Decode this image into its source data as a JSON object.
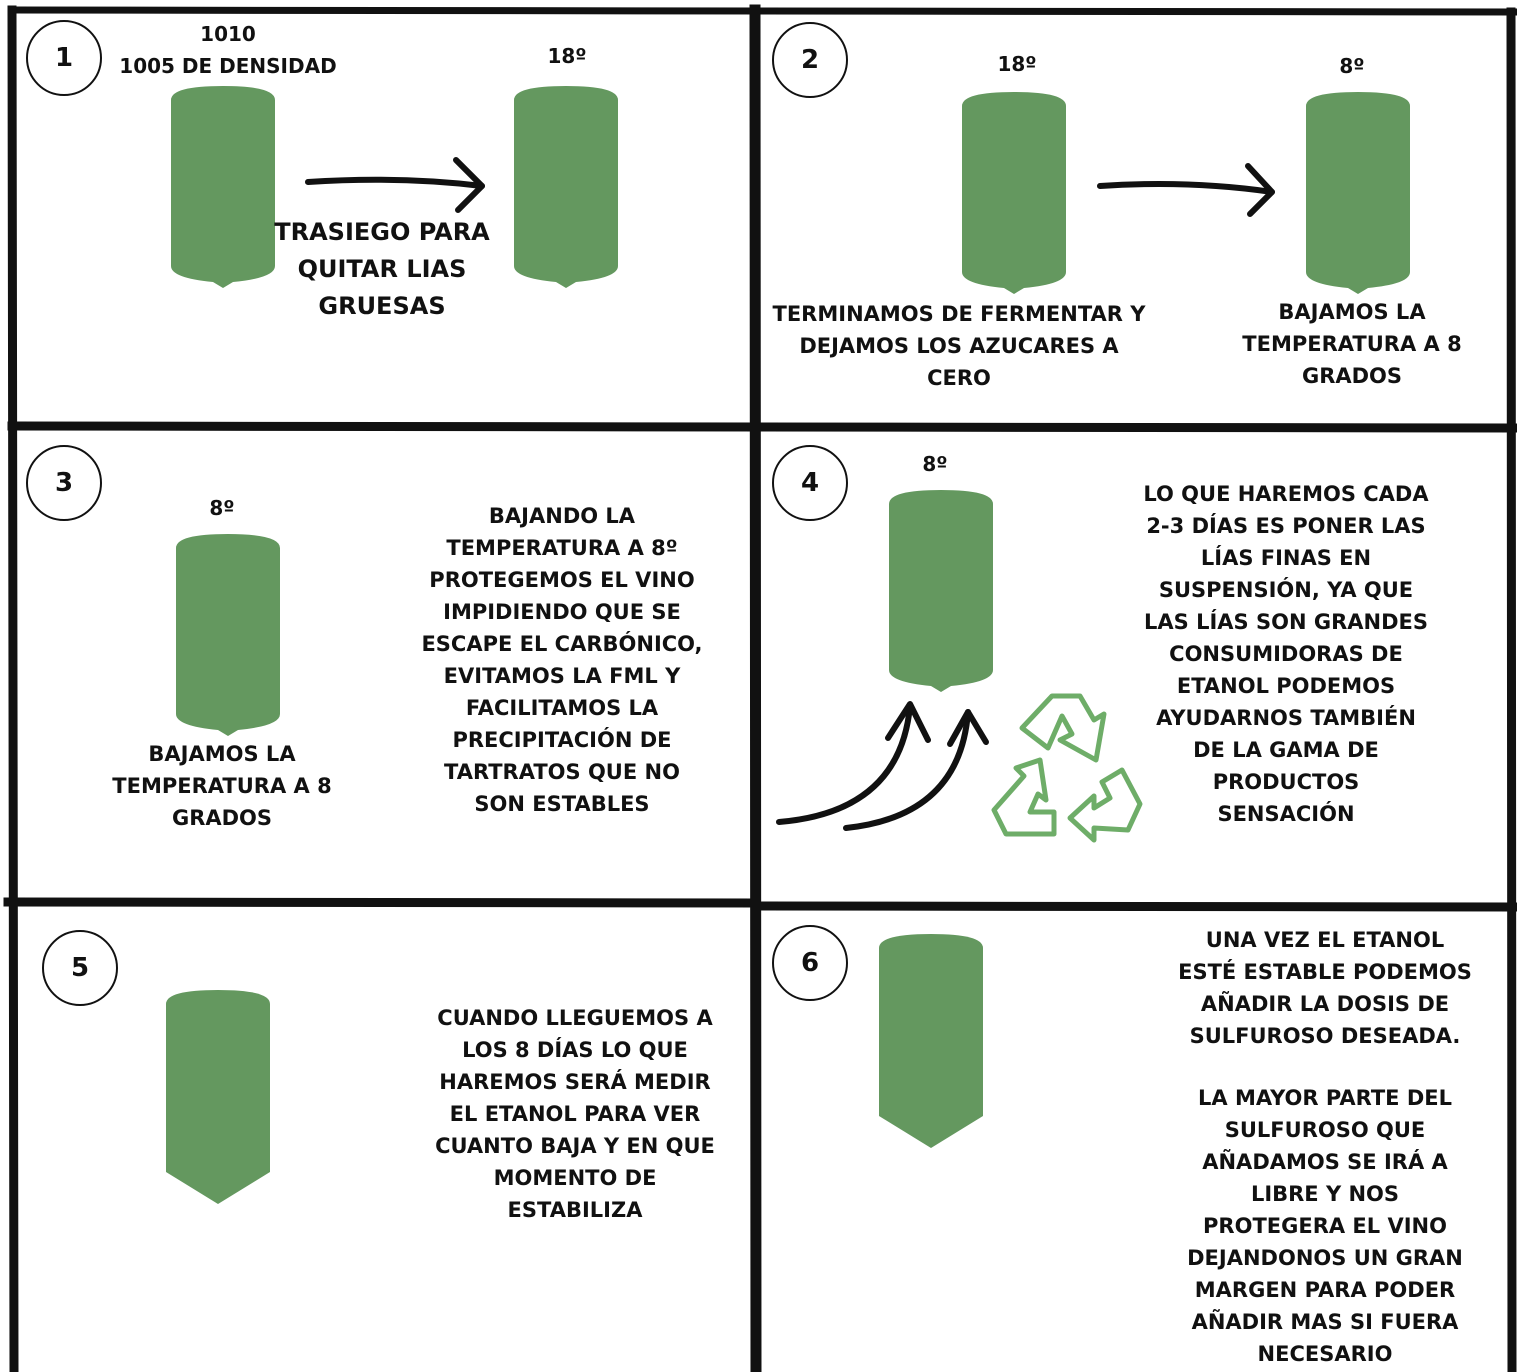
{
  "colors": {
    "tank": "#64985F",
    "recycle": "#6EAD68",
    "border": "#111111"
  },
  "icons": [
    "tank-icon",
    "arrow-right-icon",
    "curved-up-arrow-icon",
    "recycle-icon"
  ],
  "panels": [
    {
      "number": "1",
      "density_label": "1010\n1005 DE DENSIDAD",
      "temp_after": "18º",
      "caption": "TRASIEGO PARA\nQUITAR LIAS\nGRUESAS"
    },
    {
      "number": "2",
      "temp_before": "18º",
      "temp_after": "8º",
      "caption_left": "TERMINAMOS DE FERMENTAR Y\nDEJAMOS LOS AZUCARES A CERO",
      "caption_right": "BAJAMOS LA\nTEMPERATURA A 8\nGRADOS"
    },
    {
      "number": "3",
      "temp": "8º",
      "caption_tank": "BAJAMOS LA\nTEMPERATURA A 8\nGRADOS",
      "text": "BAJANDO LA\nTEMPERATURA A 8º\nPROTEGEMOS EL VINO\nIMPIDIENDO QUE SE\nESCAPE EL CARBÓNICO,\nEVITAMOS LA FML Y\nFACILITAMOS LA\nPRECIPITACIÓN DE\nTARTRATOS QUE NO\nSON ESTABLES"
    },
    {
      "number": "4",
      "temp": "8º",
      "text": "LO QUE HAREMOS CADA\n2-3 DÍAS ES PONER LAS\nLÍAS FINAS EN\nSUSPENSIÓN, YA QUE\nLAS LÍAS SON GRANDES\nCONSUMIDORAS DE\nETANOL PODEMOS\nAYUDARNOS TAMBIÉN\nDE LA GAMA DE\nPRODUCTOS\nSENSACIÓN"
    },
    {
      "number": "5",
      "text": "CUANDO LLEGUEMOS A\nLOS 8 DÍAS LO QUE\nHAREMOS SERÁ MEDIR\nEL ETANOL PARA VER\nCUANTO BAJA Y EN QUE\nMOMENTO DE\nESTABILIZA"
    },
    {
      "number": "6",
      "text_top": "UNA VEZ EL ETANOL\nESTÉ ESTABLE PODEMOS\nAÑADIR LA DOSIS DE\nSULFUROSO DESEADA.",
      "text_bottom": "LA MAYOR PARTE DEL\nSULFUROSO QUE\nAÑADAMOS SE IRÁ A\nLIBRE Y NOS\nPROTEGERA EL VINO\nDEJANDONOS UN GRAN\nMARGEN PARA PODER\nAÑADIR MAS SI FUERA\nNECESARIO"
    }
  ]
}
